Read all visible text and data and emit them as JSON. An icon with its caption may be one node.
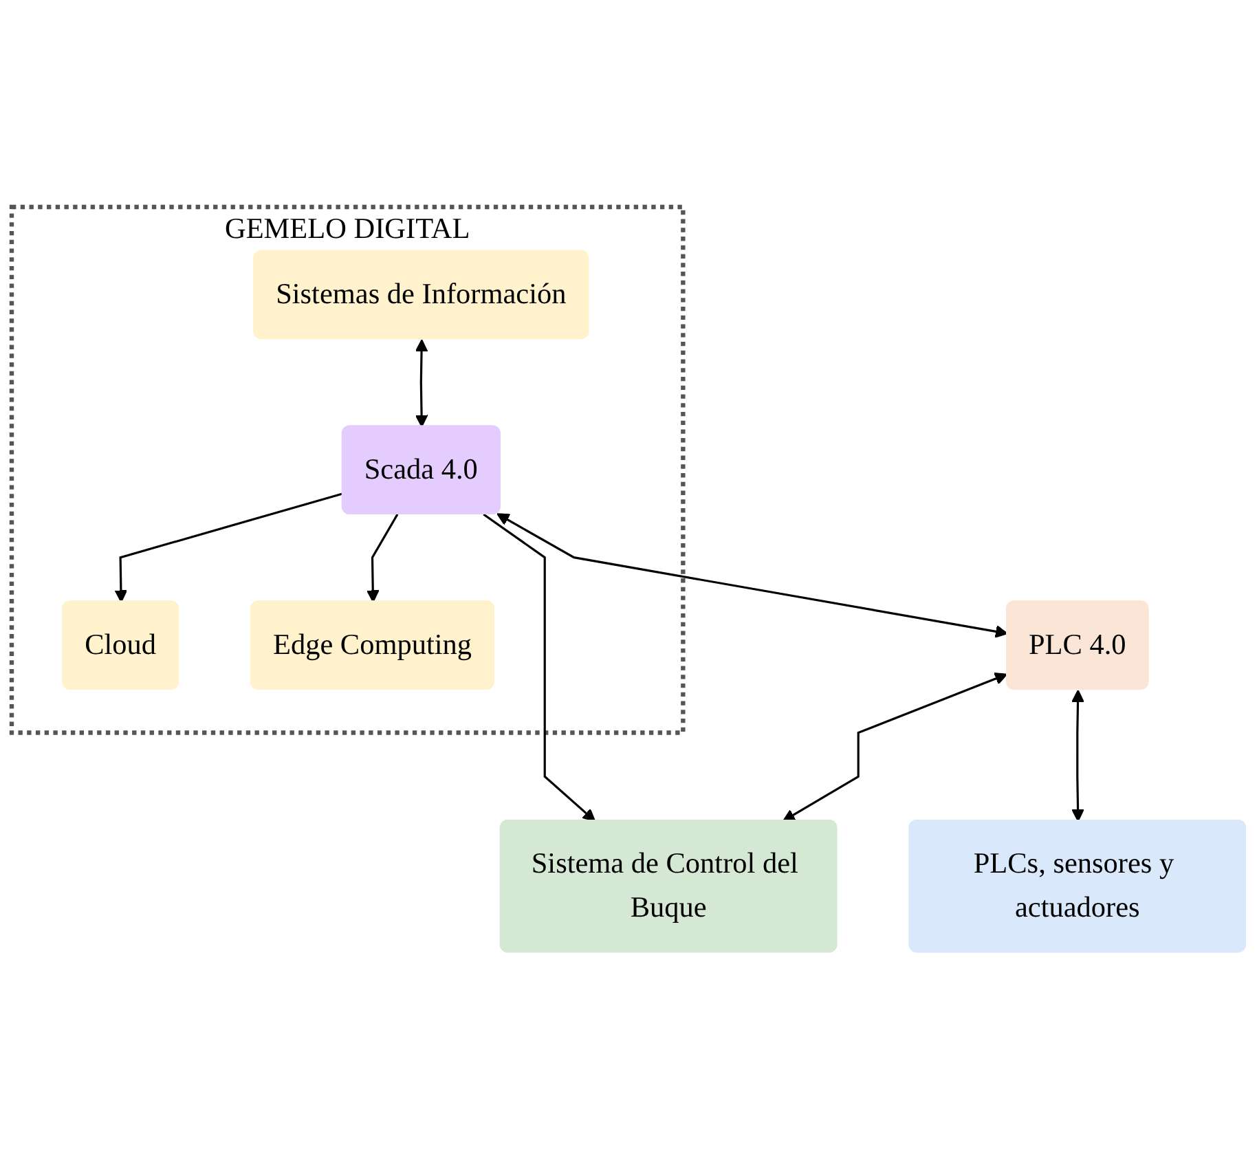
{
  "diagram": {
    "nodes": [
      {
        "text": [
          "GEMELO DIGITAL"
        ]
      },
      {
        "text": [
          "Sistemas de Información"
        ],
        "in": 0
      },
      {
        "text": [
          "Cloud"
        ],
        "in": 0
      },
      {
        "text": [
          "Scada 4.0"
        ],
        "in": 0
      },
      {
        "text": [
          "Edge Computing"
        ],
        "in": 0
      },
      {
        "text": [
          "Sistema de Control del Buque"
        ]
      },
      {
        "text": [
          "PLC 4.0"
        ]
      },
      {
        "text": [
          "PLCs, sensores y actuadores"
        ]
      }
    ],
    "edges": [
      {
        "from": 1,
        "to": 3,
        "arrow": "both"
      },
      {
        "from": 3,
        "to": 2,
        "arrow": "to"
      },
      {
        "from": 3,
        "to": 4,
        "arrow": "to"
      },
      {
        "from": 3,
        "to": 6,
        "arrow": "both"
      },
      {
        "from": 3,
        "to": 5,
        "arrow": "to"
      },
      {
        "from": 6,
        "to": 5,
        "arrow": "both"
      },
      {
        "from": 6,
        "to": 7,
        "arrow": "both"
      }
    ]
  }
}
